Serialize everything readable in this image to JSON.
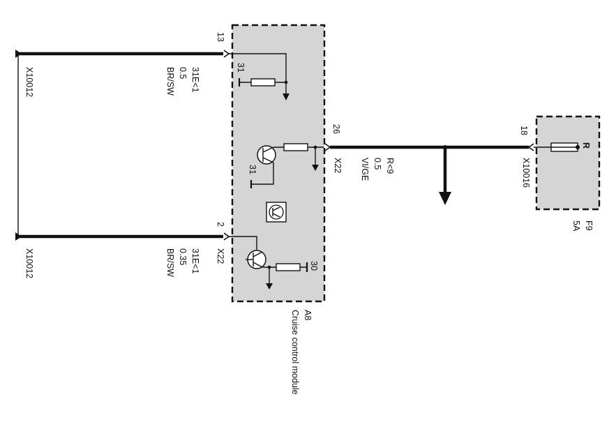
{
  "left_wires": [
    {
      "pin": "13",
      "connector": "X10012",
      "circuit": "31E<1",
      "gauge": "0.5",
      "color": "BR/SW"
    },
    {
      "pin": "2",
      "connector": "X10012",
      "circuit": "31E<1",
      "gauge": "0.35",
      "color": "BR/SW"
    }
  ],
  "module": {
    "id": "A8",
    "name": "Cruise control module",
    "connector": "X22",
    "ground_label_top": "31",
    "ground_label_mid": "31",
    "power_label": "30"
  },
  "right_wire": {
    "pin": "26",
    "connector": "X22",
    "circuit": "R<9",
    "gauge": "0.5",
    "color": "VI/GE"
  },
  "fuse": {
    "id": "F9",
    "rating": "5A",
    "pin": "18",
    "connector": "X10016",
    "terminal": "R"
  }
}
